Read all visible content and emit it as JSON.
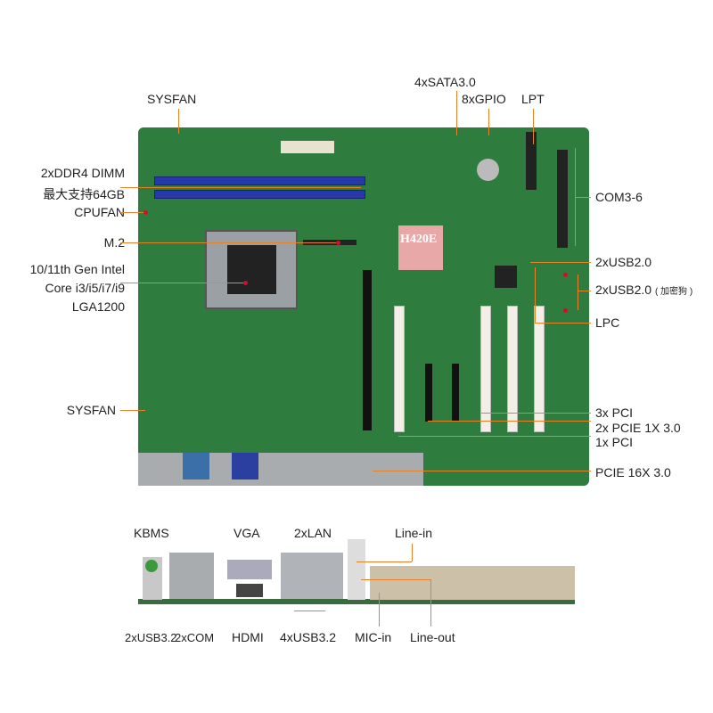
{
  "labels": {
    "sysfan_top": "SYSFAN",
    "ddr4_1": "2xDDR4 DIMM",
    "ddr4_2": "最大支持64GB",
    "cpufan": "CPUFAN",
    "m2": "M.2",
    "cpu_1": "10/11th Gen Intel",
    "cpu_2": "Core i3/i5/i7/i9",
    "cpu_3": "LGA1200",
    "sysfan_bottom": "SYSFAN",
    "sata": "4xSATA3.0",
    "gpio": "8xGPIO",
    "lpt": "LPT",
    "com": "COM3-6",
    "usb20": "2xUSB2.0",
    "usb20_dongle": "2xUSB2.0",
    "usb20_dongle_note": "( 加密狗 )",
    "lpc": "LPC",
    "pci3": "3x PCI",
    "pcie1x": "2x PCIE 1X 3.0",
    "pci1": "1x PCI",
    "pcie16": "PCIE 16X 3.0",
    "chipset": "H420E",
    "kbms": "KBMS",
    "vga": "VGA",
    "lan": "2xLAN",
    "line_in": "Line-in",
    "usb32_2": "2xUSB3.2",
    "com2": "2xCOM",
    "hdmi": "HDMI",
    "usb32_4": "4xUSB3.2",
    "mic_in": "MIC-in",
    "line_out": "Line-out"
  },
  "colors": {
    "accent": "#e8822a",
    "pcb": "#2f7d3e",
    "dimm": "#2838a8"
  }
}
